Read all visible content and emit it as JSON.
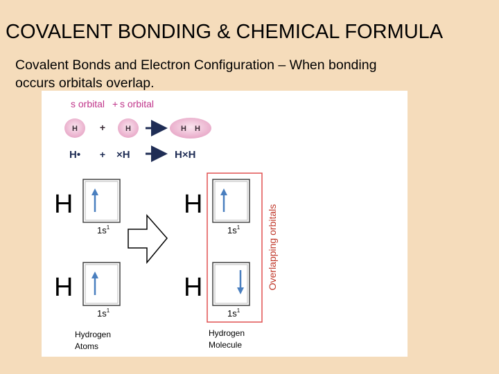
{
  "slide": {
    "title": "COVALENT BONDING & CHEMICAL FORMULA",
    "subtitle_line1": "Covalent Bonds and Electron Configuration – When bonding",
    "subtitle_line2": "occurs orbitals overlap."
  },
  "figure": {
    "s_orbital_1": "s orbital",
    "plus": "+",
    "s_orbital_2": "s orbital",
    "atom_h": "H",
    "lewis_h_left": "H•",
    "lewis_h_right": "×H",
    "lewis_result": "H×H",
    "big_h": "H",
    "orbital_label": "1s",
    "orbital_sup": "1",
    "overlap_label": "Overlapping orbitals",
    "atoms_caption_1": "Hydrogen",
    "atoms_caption_2": "Atoms",
    "molecule_caption_1": "Hydrogen",
    "molecule_caption_2": "Molecule",
    "colors": {
      "orbital_label": "#c0358a",
      "orbital_fill": "#f3c6dd",
      "arrow_blue": "#4a7fbf",
      "overlap_box": "#e05050",
      "overlap_text": "#c0392b"
    }
  }
}
